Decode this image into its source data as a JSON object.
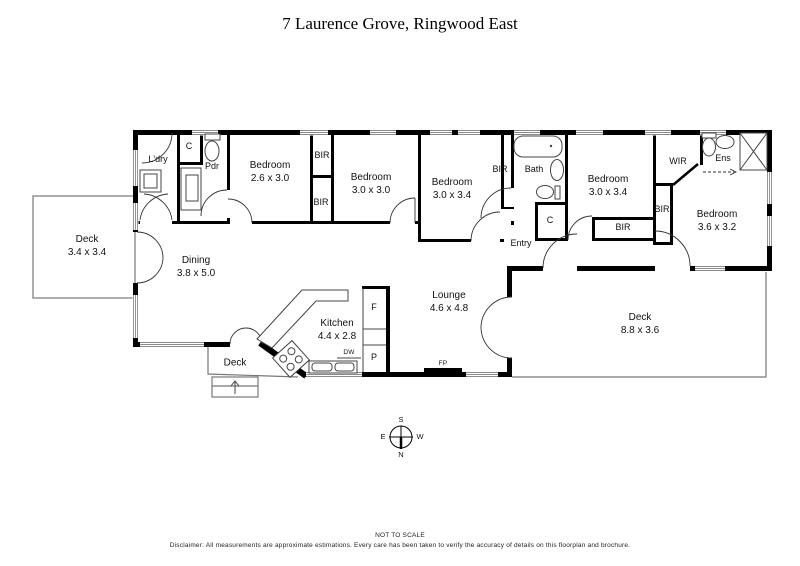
{
  "title": "7 Laurence Grove, Ringwood East",
  "rooms": {
    "laundry": {
      "name": "L'dry"
    },
    "powder": {
      "name": "Pdr"
    },
    "bedroom1": {
      "name": "Bedroom",
      "dims": "2.6 x 3.0"
    },
    "bedroom2": {
      "name": "Bedroom",
      "dims": "3.0 x 3.0"
    },
    "bedroom3": {
      "name": "Bedroom",
      "dims": "3.0 x 3.4"
    },
    "bedroom4": {
      "name": "Bedroom",
      "dims": "3.0 x 3.4"
    },
    "bedroom5": {
      "name": "Bedroom",
      "dims": "3.6 x 3.2"
    },
    "bath": {
      "name": "Bath"
    },
    "ensuite": {
      "name": "Ens"
    },
    "wir": {
      "name": "WIR"
    },
    "entry": {
      "name": "Entry"
    },
    "dining": {
      "name": "Dining",
      "dims": "3.8 x 5.0"
    },
    "kitchen": {
      "name": "Kitchen",
      "dims": "4.4 x 2.8"
    },
    "lounge": {
      "name": "Lounge",
      "dims": "4.6 x 4.8"
    },
    "deck_left": {
      "name": "Deck",
      "dims": "3.4 x 3.4"
    },
    "deck_small": {
      "name": "Deck"
    },
    "deck_right": {
      "name": "Deck",
      "dims": "8.8 x 3.6"
    }
  },
  "labels": {
    "bir": "BIR",
    "cupboard": "C",
    "fridge": "F",
    "pantry": "P",
    "dishwasher": "DW",
    "fireplace": "FP"
  },
  "compass": {
    "north": "N",
    "south": "S",
    "east": "E",
    "west": "W"
  },
  "footer": {
    "scale_note": "NOT TO SCALE",
    "disclaimer": "Disclaimer: All measurements are approximate estimations. Every care has been taken to verify the accuracy of details on this floorplan and brochure."
  },
  "colors": {
    "wall": "#000000",
    "window_line": "#8a8a8a",
    "deck_outline": "#777777",
    "background": "#ffffff"
  }
}
